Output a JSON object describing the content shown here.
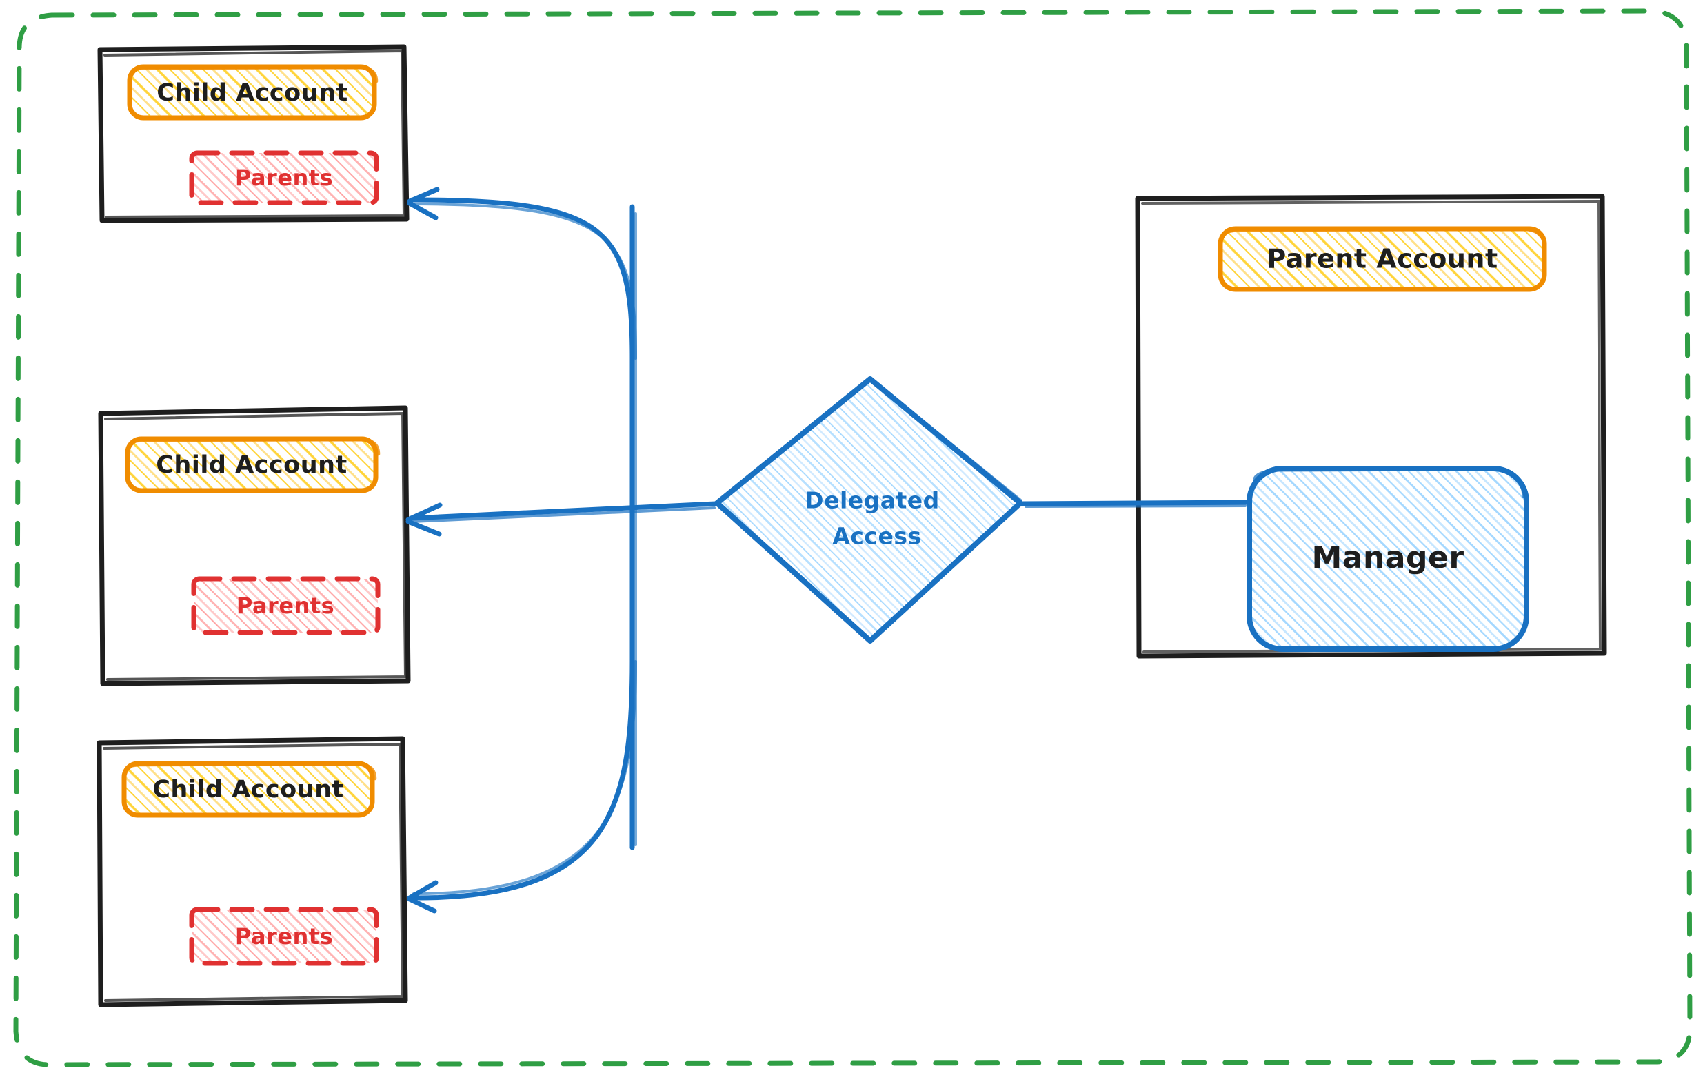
{
  "diagram": {
    "title": "Delegated Access",
    "type": "architecture-diagram",
    "style": "hand-drawn",
    "colors": {
      "boundary_green": "#2f9e44",
      "container_black": "#1e1e1e",
      "account_orange": "#f08c00",
      "account_fill_yellow": "#ffd43b",
      "parents_red": "#e03131",
      "parents_fill_red": "#ffc9c9",
      "manager_blue": "#1971c2",
      "manager_fill_blue": "#a5d8ff",
      "arrow_blue": "#1971c2",
      "text_dark": "#1e1e1e"
    }
  },
  "boundary": {
    "name": "organization-boundary",
    "border_style": "dashed",
    "color": "#2f9e44"
  },
  "child_accounts": [
    {
      "container_label": "child-account-container-1",
      "account_label": "Child Account",
      "parents_label": "Parents"
    },
    {
      "container_label": "child-account-container-2",
      "account_label": "Child Account",
      "parents_label": "Parents"
    },
    {
      "container_label": "child-account-container-3",
      "account_label": "Child Account",
      "parents_label": "Parents"
    }
  ],
  "delegated_access": {
    "shape": "diamond",
    "line1": "Delegated",
    "line2": "Access",
    "color": "#1971c2"
  },
  "parent_account_container": {
    "container_label": "parent-account-container",
    "account_label": "Parent Account",
    "manager_label": "Manager"
  },
  "connections": [
    {
      "from": "Manager",
      "to": "Delegated Access",
      "arrow": false
    },
    {
      "from": "Delegated Access",
      "to": "Child Account 1",
      "arrow": true
    },
    {
      "from": "Delegated Access",
      "to": "Child Account 2",
      "arrow": true
    },
    {
      "from": "Delegated Access",
      "to": "Child Account 3",
      "arrow": true
    }
  ]
}
